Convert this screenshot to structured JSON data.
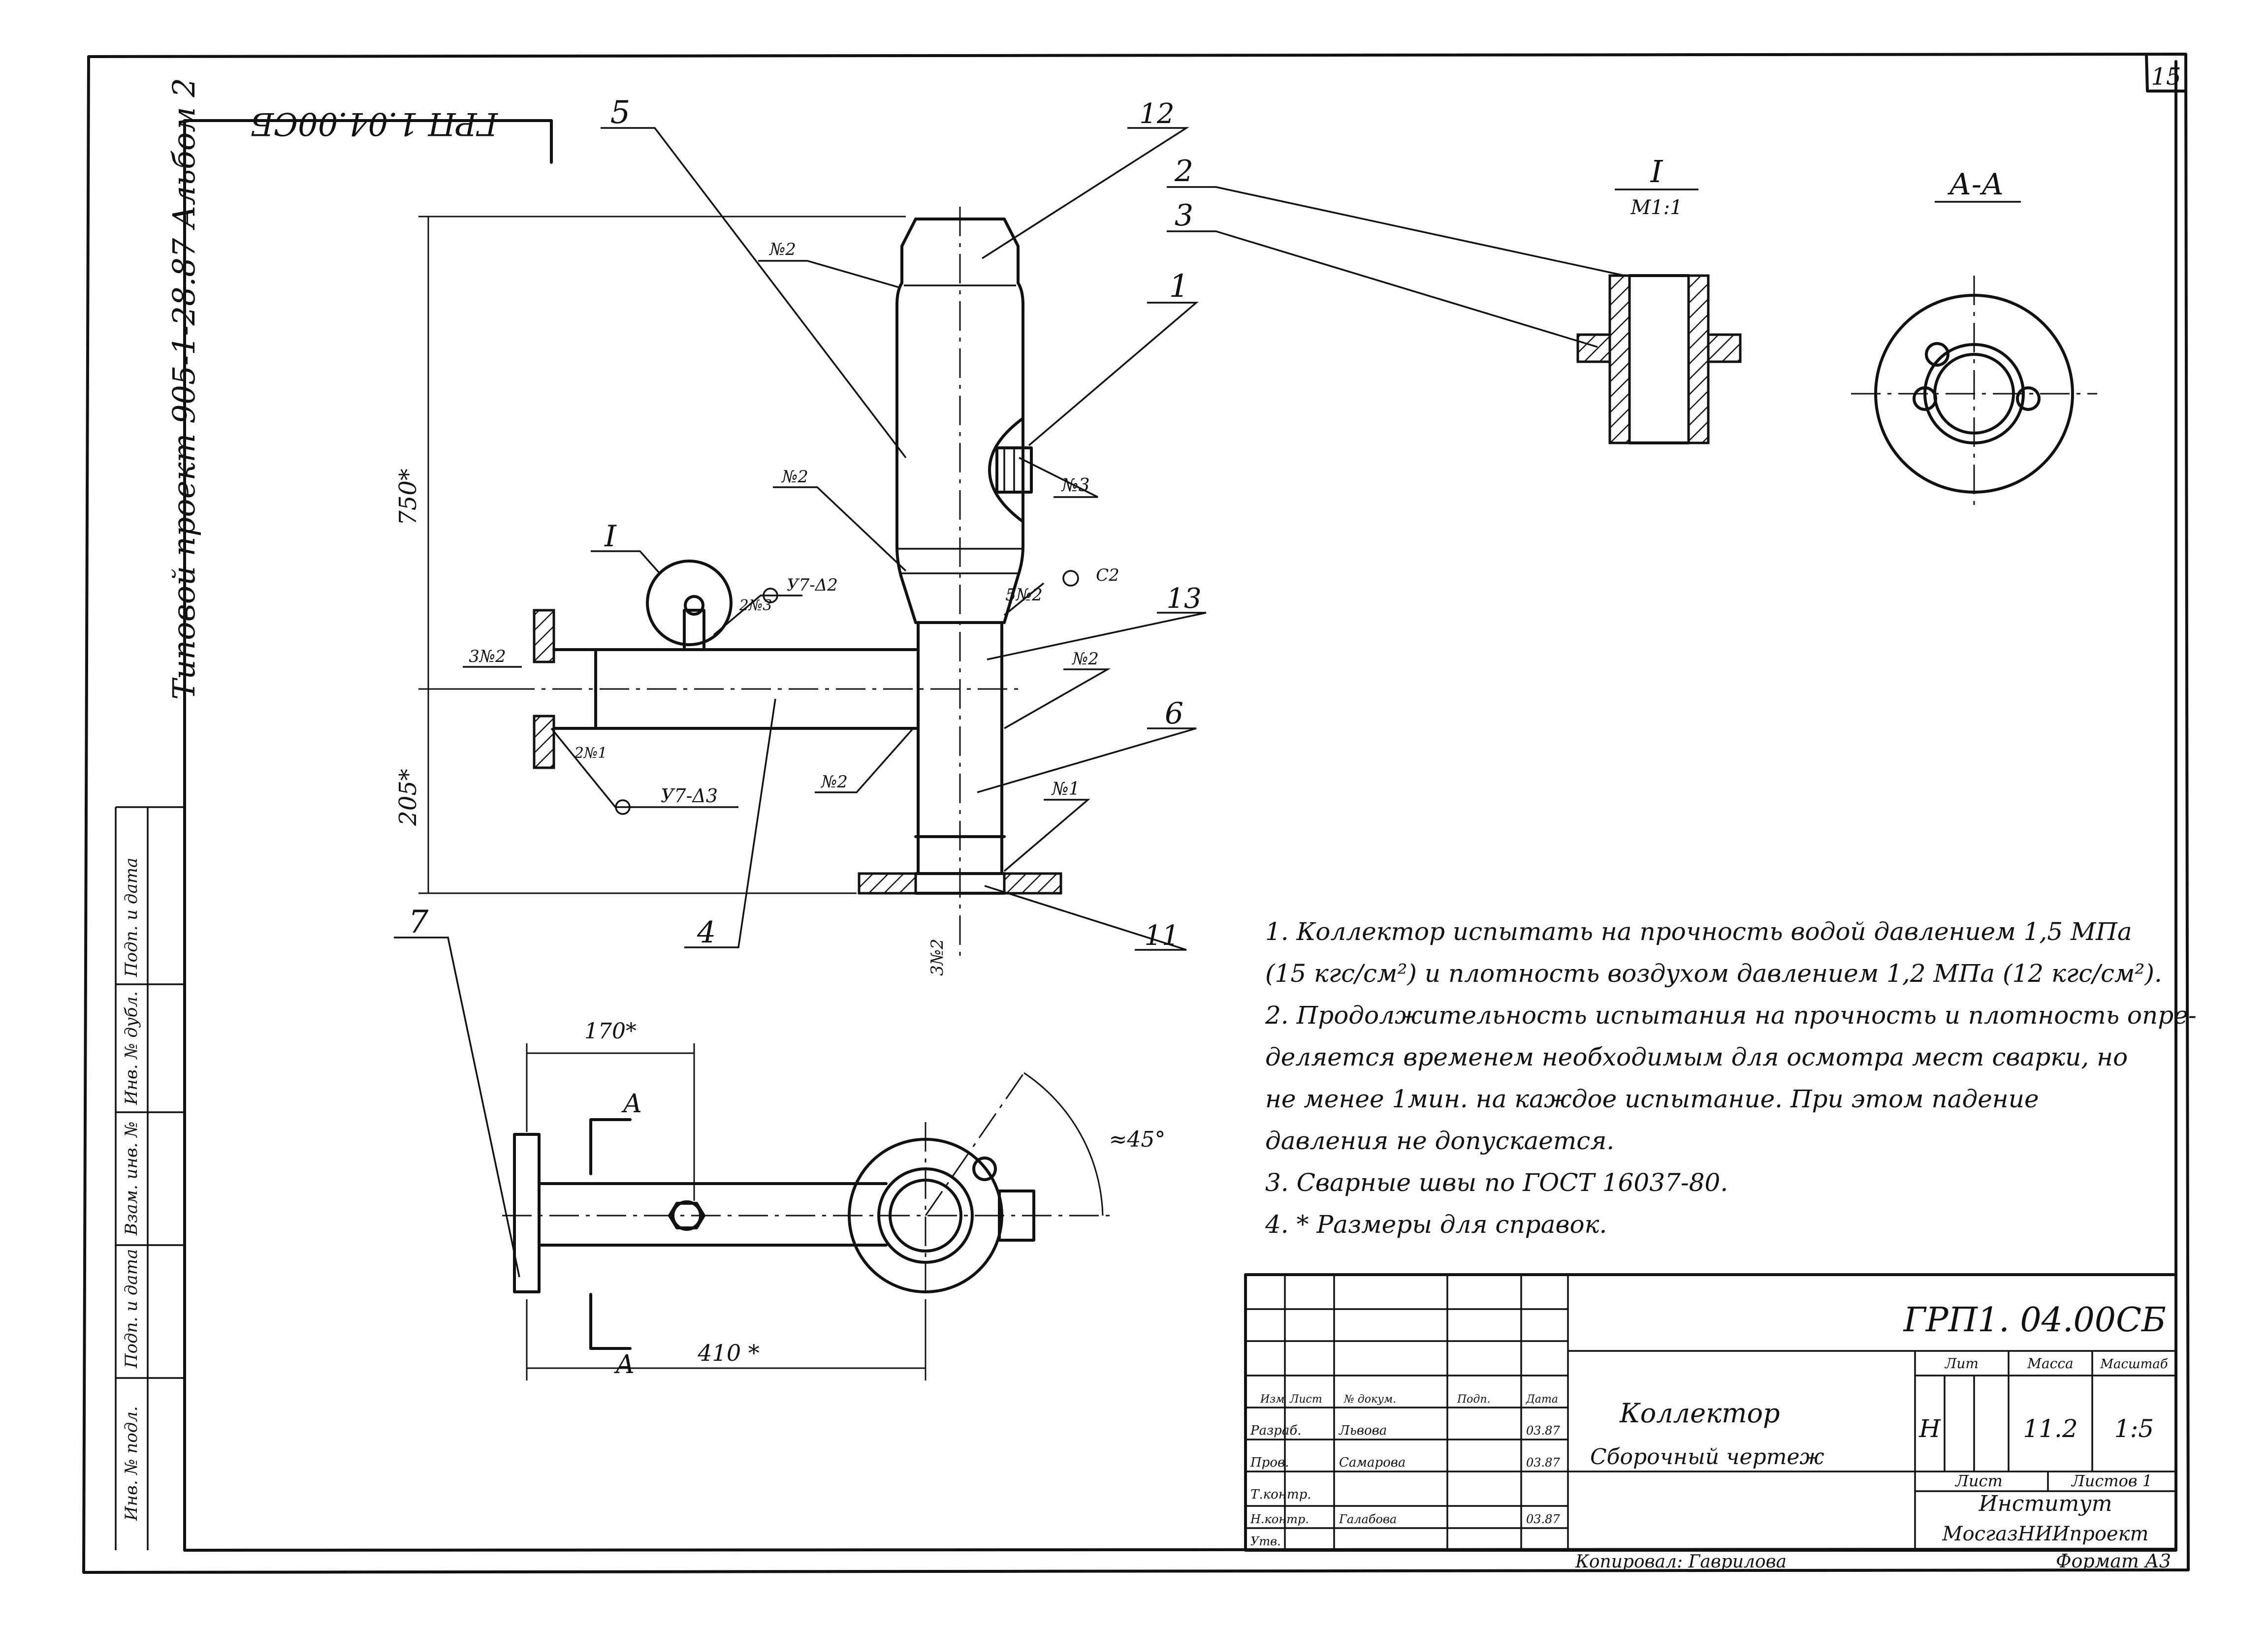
{
  "sheet": {
    "sheet_number": "15",
    "side_stamp": "Типовой проект 905-1-28.87 Альбом 2",
    "top_stamp": "ГРП 1.04.00СБ",
    "designation": "ГРП1. 04.00СБ",
    "title": "Коллектор",
    "subtitle": "Сборочный чертеж",
    "mass": "11.2",
    "scale": "1:5",
    "lit": "Н",
    "sheets_label": "Листов 1",
    "org_line1": "Институт",
    "org_line2": "МосгазНИИпроект",
    "copied": "Копировал: Гаврилова",
    "format": "Формат А3"
  },
  "title_block": {
    "col_lit": "Лит",
    "col_mass": "Масса",
    "col_scale": "Масштаб",
    "col_sheet": "Лист",
    "hdr_row": [
      "Изм",
      "Лист",
      "№ докум.",
      "Подп.",
      "Дата"
    ],
    "rows": [
      [
        "Разраб.",
        "Львова",
        "",
        "03.87"
      ],
      [
        "Пров.",
        "Самарова",
        "",
        "03.87"
      ],
      [
        "Т.контр.",
        "",
        "",
        ""
      ],
      [
        "Н.контр.",
        "Галабова",
        "",
        "03.87"
      ],
      [
        "Утв.",
        "",
        "",
        ""
      ]
    ]
  },
  "side_columns": [
    "Инв. № подл.",
    "Подп. и дата",
    "Взам. инв. №",
    "Инв. № дубл.",
    "Подп. и дата"
  ],
  "callouts": [
    "5",
    "12",
    "2",
    "3",
    "1",
    "13",
    "6",
    "11",
    "4",
    "7",
    "I"
  ],
  "view_labels": {
    "detail": "I",
    "detail_scale": "М1:1",
    "section": "А-А",
    "section_mark": "А"
  },
  "weld_marks": {
    "w2": "№2",
    "w3": "№3",
    "w1": "№1",
    "w_top": "5№2",
    "w_left": "2№3",
    "w_low": "2№1",
    "w_dim1": "3№2",
    "w_dim2": "3№2",
    "seam_a": "У7-Δ2",
    "seam_b": "С2",
    "seam_c": "У7-Δ3"
  },
  "dimensions": {
    "d750": "750*",
    "d205": "205*",
    "d170": "170*",
    "d410": "410 *",
    "ang": "≈45°"
  },
  "notes": [
    "1. Коллектор испытать на прочность водой давлением 1,5 МПа",
    "(15 кгс/см²) и плотность воздухом давлением 1,2 МПа (12 кгс/см²).",
    "2. Продолжительность испытания на прочность и плотность опре-",
    "деляется временем необходимым для осмотра мест сварки, но",
    "не менее 1мин. на каждое испытание. При этом падение",
    "давления не допускается.",
    "3. Сварные швы по ГОСТ 16037-80.",
    "4. * Размеры для справок."
  ]
}
